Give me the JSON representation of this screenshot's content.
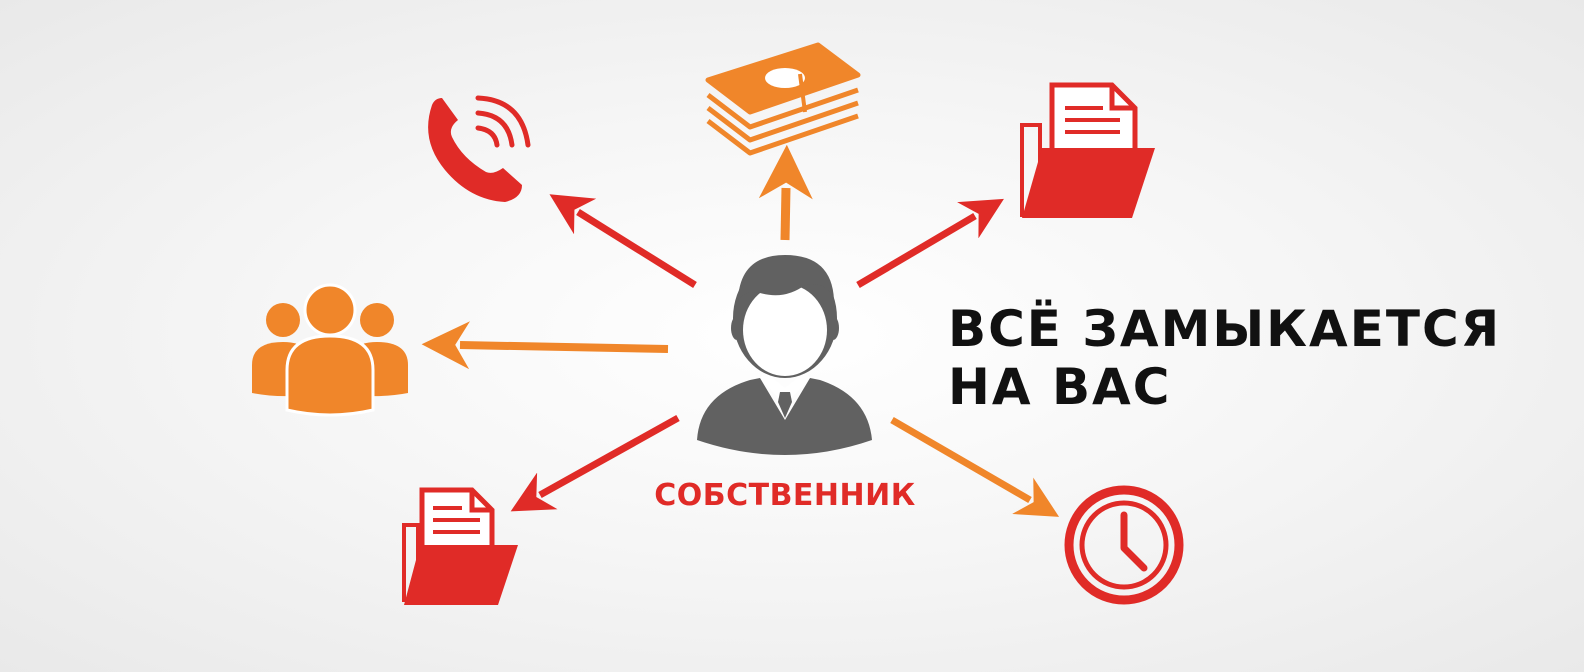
{
  "owner": {
    "label": "СОБСТВЕННИК"
  },
  "headline": {
    "line1": "ВСЁ ЗАМЫКАЕТСЯ",
    "line2": "НА ВАС"
  },
  "colors": {
    "red": "#e02b27",
    "orange": "#f0862a",
    "person": "#616161",
    "text": "#111111",
    "white": "#ffffff"
  },
  "icons": [
    "phone-icon",
    "money-stack-icon",
    "document-folder-icon",
    "team-icon",
    "document-folder-icon",
    "clock-icon",
    "owner-person-icon"
  ]
}
